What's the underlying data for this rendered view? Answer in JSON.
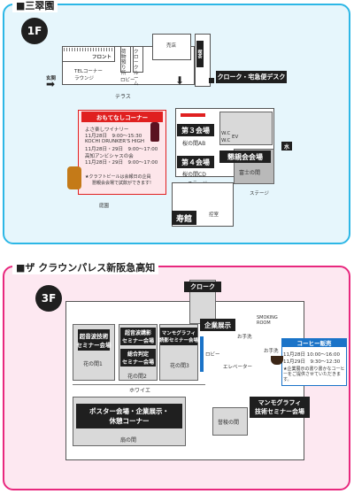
{
  "top": {
    "title": "■三翠園",
    "floor": "1F",
    "labels": {
      "front": "フロント",
      "tel": "TELコーナー",
      "lounge": "ラウンジ",
      "lobby": "ロビー",
      "entrance": "玄関",
      "terrace": "テラス",
      "shop": "売店",
      "coffee": "喫茶",
      "baggage_room": "荷物預り所",
      "cloak": "クロークルーム",
      "restroom": "トイレ",
      "niwa": "庭園",
      "stage1": "ステージ",
      "stage2": "ステージ",
      "kotobuki_annex": "控室",
      "ev": "EV",
      "wc1": "W.C",
      "wc2": "W.C"
    },
    "cloak_desk": "クローク・宅急便デスク",
    "hall3_title": "第３会場",
    "hall3_room": "桜の間AB",
    "hall4_title": "第４会場",
    "hall4_room": "桜の間CD",
    "konshin_title": "懇親会会場",
    "konshin_room": "富士の間",
    "kotobuki": "寿館",
    "water": "水",
    "omotenashi": {
      "title": "おもてなしコーナー",
      "l1": "よさ楽しワイナリー",
      "l2": "11月28日　9:00～15:30",
      "l3": "KOCHI DRUNKER'S HIGH",
      "l4": "11月28日・29日　9:00～17:00",
      "l5": "高知アンビシャスの会",
      "l6": "11月28日・29日　9:00～17:00",
      "note1": "★クラフトビールは会報日の企員",
      "note2": "懇親会会場で試飲ができます!"
    }
  },
  "bottom": {
    "title": "■ザ クラウンパレス新阪急高知",
    "floor": "3F",
    "cloak": "クローク",
    "smoking": "SMOKING ROOM",
    "hall_left_t1": "超音波技術",
    "hall_left_t2": "セミナー会場",
    "hall_left_room": "花の間1",
    "hall_mid_a_t1": "超音波講影",
    "hall_mid_a_t2": "セミナー会場",
    "hall_mid_b_t1": "総合判定",
    "hall_mid_b_t2": "セミナー会場",
    "hall_mid_room": "花の間2",
    "hall_right_t1": "マンモグラフィ",
    "hall_right_t2": "読影セミナー会場",
    "hall_right_room": "花の間3",
    "howaie": "ホワイエ",
    "elevator": "エレベーター",
    "restroom_left": "お手洗",
    "restroom_right": "お手洗",
    "lobby": "ロビー",
    "poster_t1": "ポスター会場・企業展示・",
    "poster_t2": "休憩コーナー",
    "poster_room": "扇の間",
    "kigyo": "企業展示",
    "mammo_t1": "マンモグラフィ",
    "mammo_t2": "技術セミナー会場",
    "kashin_room": "誉稜の間",
    "coffee": {
      "title": "コーヒー販売",
      "l1": "11月28日 10:00～16:00",
      "l2": "11月29日　9:30～12:30",
      "note1": "★企業展示の書り書かなコーヒーをご提供させていただきます。"
    }
  },
  "colors": {
    "top_border": "#2db7e6",
    "top_bg": "#e6f6fc",
    "bottom_border": "#e8287e",
    "bottom_bg": "#fde8f1",
    "dark": "#1f1f1f",
    "accent_red": "#e02020",
    "accent_blue": "#1a73c8",
    "omotenashi_bg": "#fde6ea"
  }
}
